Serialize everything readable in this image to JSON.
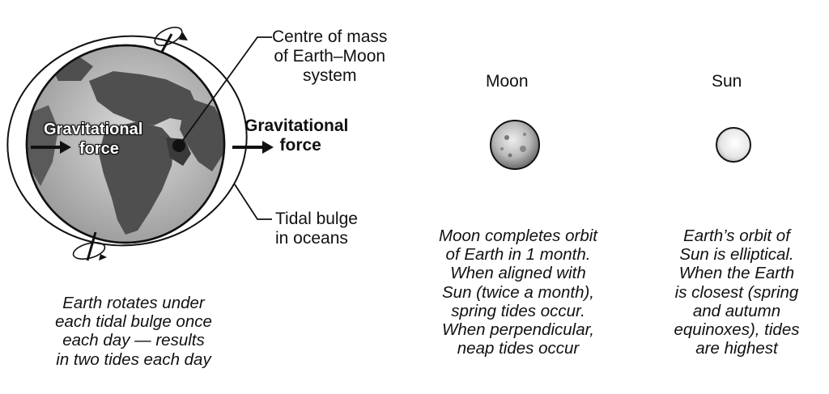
{
  "labels": {
    "centre_of_mass": [
      "Centre of mass",
      "of Earth–Moon",
      "system"
    ],
    "gravitational_force_left": [
      "Gravitational",
      "force"
    ],
    "gravitational_force_right": [
      "Gravitational",
      "force"
    ],
    "tidal_bulge": [
      "Tidal bulge",
      "in oceans"
    ],
    "moon": "Moon",
    "sun": "Sun"
  },
  "captions": {
    "earth": [
      "Earth rotates under",
      "each tidal bulge once",
      "each day — results",
      "in two tides each day"
    ],
    "moon": [
      "Moon completes orbit",
      "of Earth in 1 month.",
      "When aligned with",
      "Sun (twice a month),",
      "spring tides occur.",
      "When perpendicular,",
      "neap tides occur"
    ],
    "sun": [
      "Earth’s orbit of",
      "Sun is elliptical.",
      "When the Earth",
      "is closest (spring",
      "and autumn",
      "equinoxes), tides",
      "are highest"
    ]
  },
  "colors": {
    "ocean": "#c9c9c9",
    "land": "#4f4f4f",
    "ink": "#111111"
  },
  "icons": {
    "top_spin": "rotation-arrow-icon",
    "bottom_spin": "rotation-arrow-icon"
  }
}
